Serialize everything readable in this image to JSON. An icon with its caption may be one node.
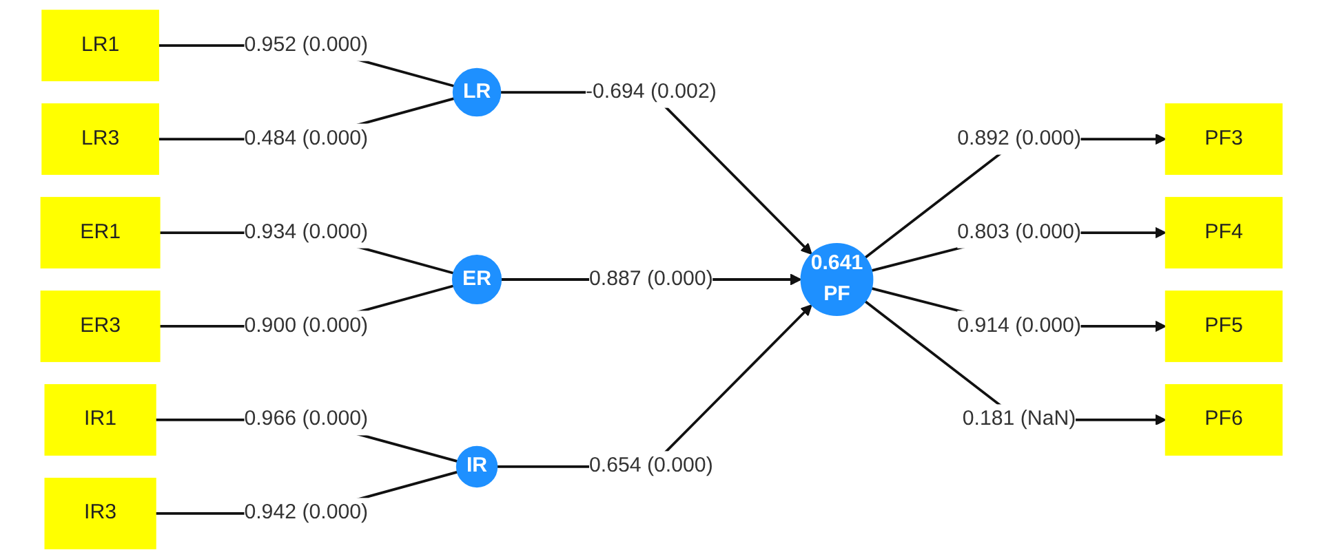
{
  "diagram": {
    "nodes": [
      {
        "text": [
          "LR1"
        ]
      },
      {
        "text": [
          "LR3"
        ]
      },
      {
        "text": [
          "LR"
        ]
      },
      {
        "text": [
          "ER1"
        ]
      },
      {
        "text": [
          "ER3"
        ]
      },
      {
        "text": [
          "ER"
        ]
      },
      {
        "text": [
          "IR1"
        ]
      },
      {
        "text": [
          "IR3"
        ]
      },
      {
        "text": [
          "IR"
        ]
      },
      {
        "text": [
          "0.641",
          "PF"
        ]
      },
      {
        "text": [
          "PF3"
        ]
      },
      {
        "text": [
          "PF4"
        ]
      },
      {
        "text": [
          "PF5"
        ]
      },
      {
        "text": [
          "PF6"
        ]
      }
    ],
    "edges": [
      {
        "from": 0,
        "to": 2,
        "arrow": "none",
        "label": "0.952 (0.000)"
      },
      {
        "from": 1,
        "to": 2,
        "arrow": "none",
        "label": "0.484 (0.000)"
      },
      {
        "from": 3,
        "to": 5,
        "arrow": "none",
        "label": "0.934 (0.000)"
      },
      {
        "from": 4,
        "to": 5,
        "arrow": "none",
        "label": "0.900 (0.000)"
      },
      {
        "from": 6,
        "to": 8,
        "arrow": "none",
        "label": "0.966 (0.000)"
      },
      {
        "from": 7,
        "to": 8,
        "arrow": "none",
        "label": "0.942 (0.000)"
      },
      {
        "from": 2,
        "to": 9,
        "arrow": "to",
        "label": "-0.694 (0.002)"
      },
      {
        "from": 5,
        "to": 9,
        "arrow": "to",
        "label": "0.887 (0.000)"
      },
      {
        "from": 8,
        "to": 9,
        "arrow": "to",
        "label": "0.654 (0.000)"
      },
      {
        "from": 9,
        "to": 10,
        "arrow": "to",
        "label": "0.892 (0.000)"
      },
      {
        "from": 9,
        "to": 11,
        "arrow": "to",
        "label": "0.803 (0.000)"
      },
      {
        "from": 9,
        "to": 12,
        "arrow": "to",
        "label": "0.914 (0.000)"
      },
      {
        "from": 9,
        "to": 13,
        "arrow": "to",
        "label": "0.181 (NaN)"
      }
    ]
  }
}
